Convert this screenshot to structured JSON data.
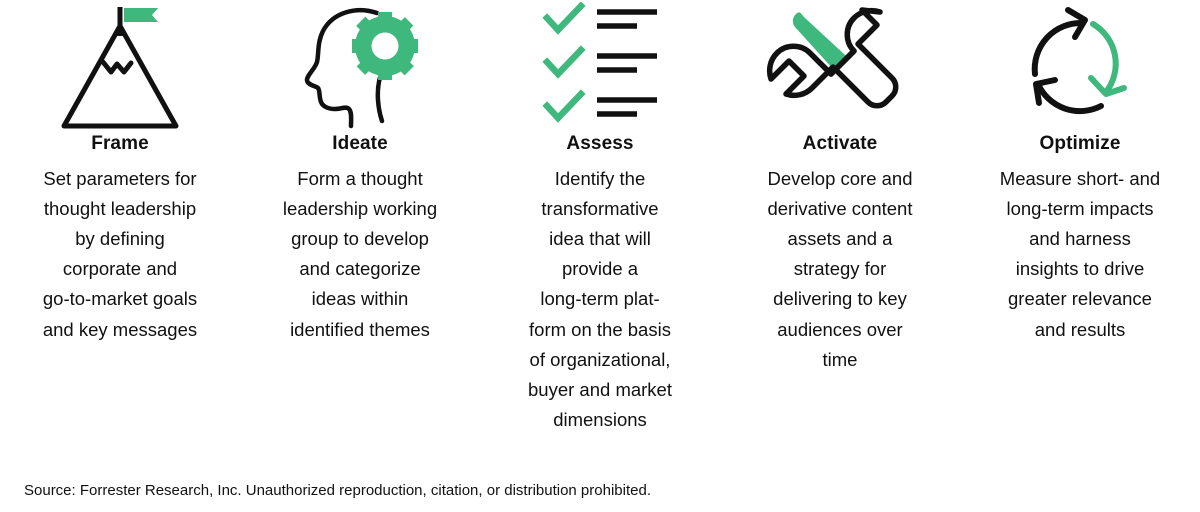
{
  "palette": {
    "green": "#3EB87C",
    "black": "#111111",
    "background": "#FFFFFF"
  },
  "stages": [
    {
      "id": "frame",
      "title": "Frame",
      "icon": "mountain-flag-icon",
      "lines": [
        "Set parameters for",
        "thought leadership",
        "by defining",
        "corporate and",
        "go-to-market goals",
        "and key messages"
      ]
    },
    {
      "id": "ideate",
      "title": "Ideate",
      "icon": "head-gear-icon",
      "lines": [
        "Form a thought",
        "leadership working",
        "group to develop",
        "and categorize",
        "ideas within",
        "identified themes"
      ]
    },
    {
      "id": "assess",
      "title": "Assess",
      "icon": "checklist-icon",
      "lines": [
        "Identify the",
        "transformative",
        "idea that will",
        "provide a",
        "long-term plat-",
        "form on the basis",
        "of organizational,",
        "buyer and market",
        "dimensions"
      ]
    },
    {
      "id": "activate",
      "title": "Activate",
      "icon": "screwdriver-wrench-icon",
      "lines": [
        "Develop core and",
        "derivative content",
        "assets and a",
        "strategy for",
        "delivering to key",
        "audiences over",
        "time"
      ]
    },
    {
      "id": "optimize",
      "title": "Optimize",
      "icon": "cycle-arrows-icon",
      "lines": [
        "Measure short- and",
        "long-term impacts",
        "and harness",
        "insights to drive",
        "greater relevance",
        "and results"
      ]
    }
  ],
  "source": "Source: Forrester Research, Inc. Unauthorized reproduction, citation, or distribution prohibited."
}
